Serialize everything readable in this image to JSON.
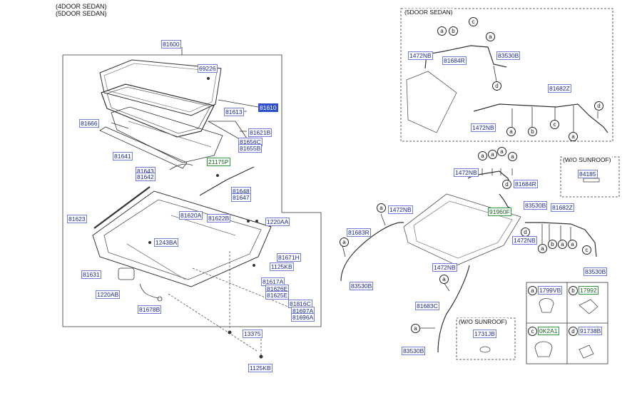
{
  "header": {
    "line1": "(4DOOR SEDAN)",
    "line2": "(5DOOR SEDAN)"
  },
  "sections": {
    "five_door": "(5DOOR SEDAN)",
    "wo_sunroof_top": "(W/O SUNROOF)",
    "wo_sunroof_bottom": "(W/O SUNROOF)"
  },
  "callouts": {
    "a": "a",
    "b": "b",
    "c": "c",
    "d": "d"
  },
  "parts": {
    "p81600": "81600",
    "p69226": "69226",
    "p81610": "81610",
    "p81613": "81613",
    "p81666": "81666",
    "p81621B": "81621B",
    "p81656C": "81656C",
    "p81655B": "81655B",
    "p81641": "81641",
    "p21175P": "21175P",
    "p81643": "81643",
    "p81642": "81642",
    "p81648": "81648",
    "p81647": "81647",
    "p81623": "81623",
    "p81620A": "81620A",
    "p81622B": "81622B",
    "p1220AA": "1220AA",
    "p1243BA": "1243BA",
    "p81671H": "81671H",
    "p1125KB_a": "1125KB",
    "p81631": "81631",
    "p81617A": "81617A",
    "p81626E": "81626E",
    "p81625E": "81625E",
    "p1220AB": "1220AB",
    "p81816C": "81816C",
    "p81697A": "81697A",
    "p81696A": "81696A",
    "p81678B": "81678B",
    "p13375": "13375",
    "p1125KB_b": "1125KB",
    "t_1472NB_a": "1472NB",
    "t_81684R": "81684R",
    "t_83530B": "83530B",
    "t_81682Z": "81682Z",
    "t_1472NB_b": "1472NB",
    "m_1472NB_a": "1472NB",
    "m_81684R": "81684R",
    "m_84185": "84185",
    "m_91960F": "91960F",
    "m_83530B_a": "83530B",
    "m_81682Z": "81682Z",
    "m_1472NB_b": "1472NB",
    "m_81683R": "81683R",
    "m_1472NB_c": "1472NB",
    "m_83530B_b": "83530B",
    "m_1472NB_d": "1472NB",
    "m_83530B_c": "83530B",
    "m_81683C": "81683C",
    "m_1731JB": "1731JB",
    "m_83530B_d": "83530B",
    "c_1799VB": "1799VB",
    "c_17992": "17992",
    "c_0K2A1": "0K2A1",
    "c_91738B": "91738B"
  },
  "colors": {
    "label_border": "#6f7fd8",
    "label_text": "#1a2a8a",
    "highlight": "#2f4fcf",
    "green": "#2f9a3a",
    "line": "#333333"
  }
}
